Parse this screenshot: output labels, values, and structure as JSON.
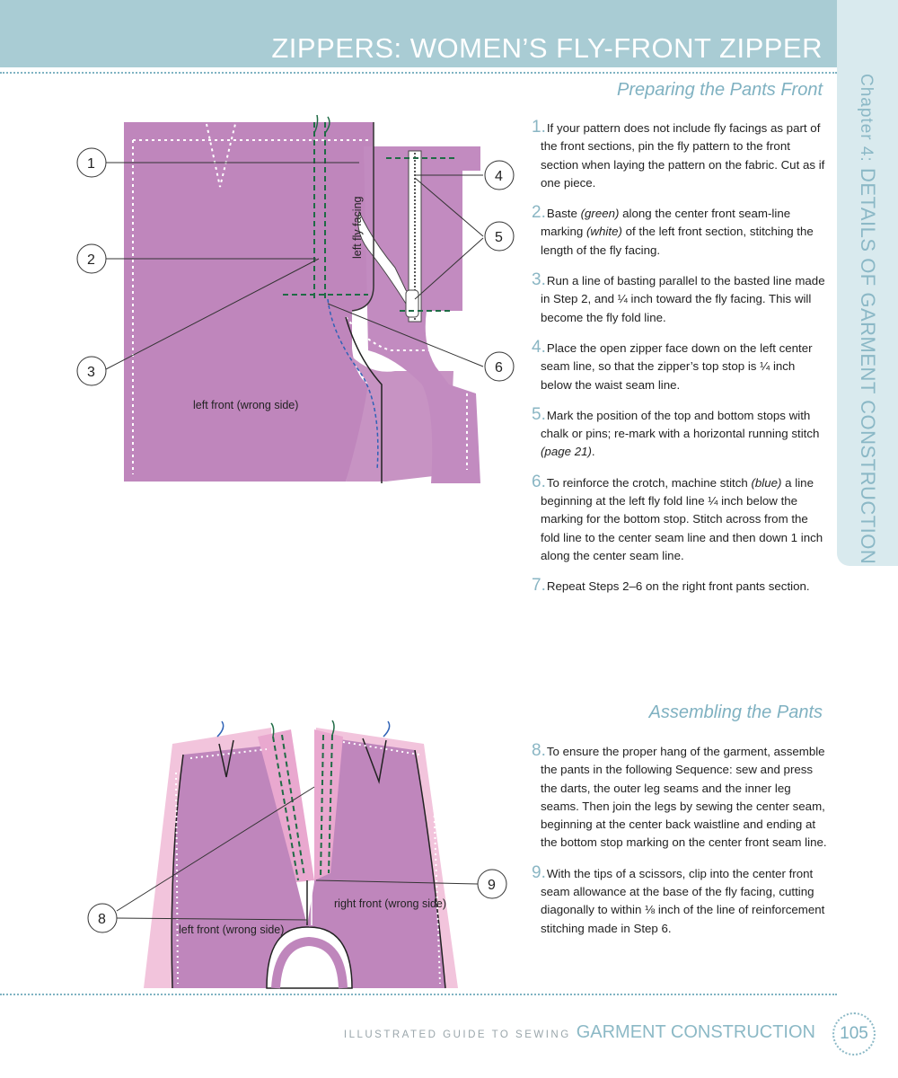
{
  "header": {
    "title": "ZIPPERS: WOMEN’S FLY-FRONT ZIPPER"
  },
  "side_tab": {
    "chapter": "Chapter 4:",
    "title": "DETAILS OF GARMENT CONSTRUCTION"
  },
  "section1": {
    "title": "Preparing the Pants Front",
    "figure": {
      "labels": {
        "front": "left front (wrong side)",
        "facing": "left fly facing"
      },
      "callouts": [
        "1",
        "2",
        "3",
        "4",
        "5",
        "6"
      ]
    },
    "steps": [
      {
        "num": "1.",
        "parts": [
          {
            "text": "If your pattern does not include fly facings as part of the front sections, pin the fly pattern to the front section when laying the pattern on the fabric. Cut as if one piece."
          }
        ]
      },
      {
        "num": "2.",
        "parts": [
          {
            "text": "Baste "
          },
          {
            "text": "(green)",
            "em": true
          },
          {
            "text": " along the center front seam-line marking "
          },
          {
            "text": "(white)",
            "em": true
          },
          {
            "text": " of the left front section, stitching the length of the fly facing."
          }
        ]
      },
      {
        "num": "3.",
        "parts": [
          {
            "text": "Run a line of basting parallel to the basted line made in Step 2, and ¼ inch toward the fly facing. This will become the fly fold line."
          }
        ]
      },
      {
        "num": "4.",
        "parts": [
          {
            "text": "Place the open zipper face down on the left center seam line, so that the zipper’s top stop is ¼ inch below the waist seam line."
          }
        ]
      },
      {
        "num": "5.",
        "parts": [
          {
            "text": "Mark the position of the top and bottom stops with chalk or pins; re-mark with a horizontal running stitch "
          },
          {
            "text": "(page 21)",
            "em": true
          },
          {
            "text": "."
          }
        ]
      },
      {
        "num": "6.",
        "parts": [
          {
            "text": "To reinforce the crotch, machine stitch "
          },
          {
            "text": "(blue)",
            "em": true
          },
          {
            "text": " a line beginning at the left fly fold line ¼ inch below the marking for the bottom stop. Stitch across from the fold line to the center seam line and then down 1 inch along the center seam line."
          }
        ]
      },
      {
        "num": "7.",
        "parts": [
          {
            "text": "Repeat Steps 2–6 on the right front pants section."
          }
        ]
      }
    ]
  },
  "section2": {
    "title": "Assembling the Pants",
    "figure": {
      "labels": {
        "left": "left front (wrong side)",
        "right": "right front (wrong side)"
      },
      "callouts": [
        "8",
        "9"
      ]
    },
    "steps": [
      {
        "num": "8.",
        "parts": [
          {
            "text": "To ensure the proper hang of the garment, assemble the pants in the following Sequence: sew and press the darts, the outer leg seams and the inner leg seams. Then join the legs by sewing the center seam, beginning at the center back waistline and ending at the bottom stop marking on the center front seam line."
          }
        ]
      },
      {
        "num": "9.",
        "parts": [
          {
            "text": "With the tips of a scissors, clip into the center front seam allowance at the base of the fly facing, cutting diagonally to within ⅛ inch of the line of reinforcement stitching made in Step 6."
          }
        ]
      }
    ]
  },
  "footer": {
    "series": "ILLUSTRATED GUIDE TO SEWING",
    "book": "GARMENT CONSTRUCTION",
    "page": "105"
  },
  "colors": {
    "accent": "#a9ccd4",
    "fabric": "#bf86bc",
    "fabric_light": "#f2c4dc",
    "baste": "#1f6b45",
    "stitch_blue": "#2f62b6"
  }
}
